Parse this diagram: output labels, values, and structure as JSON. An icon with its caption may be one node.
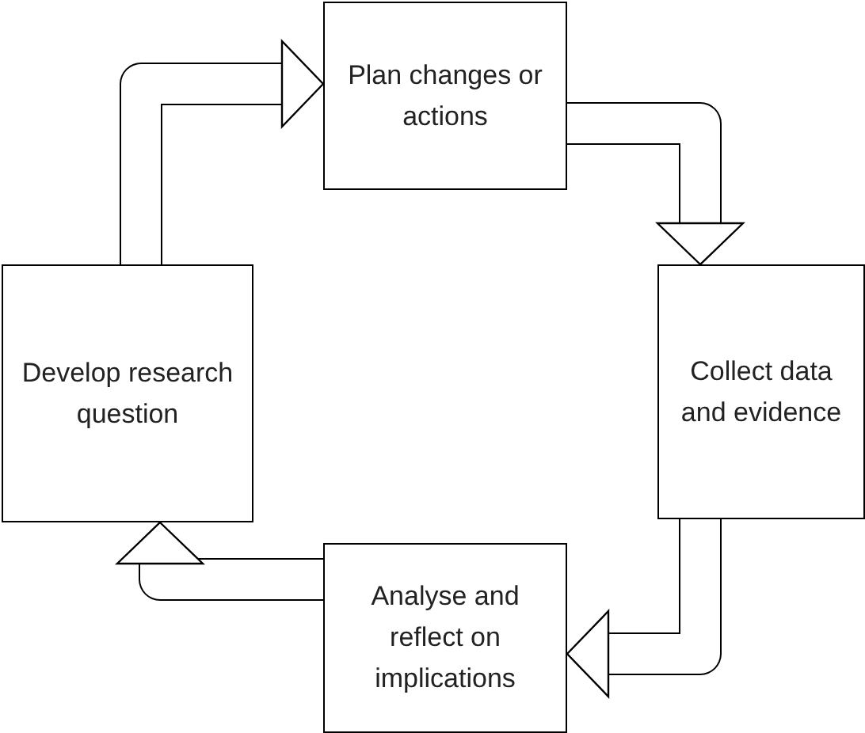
{
  "diagram": {
    "nodes": [
      {
        "text": [
          "Plan changes or actions"
        ]
      },
      {
        "text": [
          "Collect data and evidence"
        ]
      },
      {
        "text": [
          "Analyse and reflect on implications"
        ]
      },
      {
        "text": [
          "Develop research question"
        ]
      }
    ],
    "edges": [
      {
        "from": 3,
        "to": 0,
        "arrow": "to"
      },
      {
        "from": 0,
        "to": 1,
        "arrow": "to"
      },
      {
        "from": 1,
        "to": 2,
        "arrow": "to"
      },
      {
        "from": 2,
        "to": 3,
        "arrow": "to"
      }
    ]
  }
}
